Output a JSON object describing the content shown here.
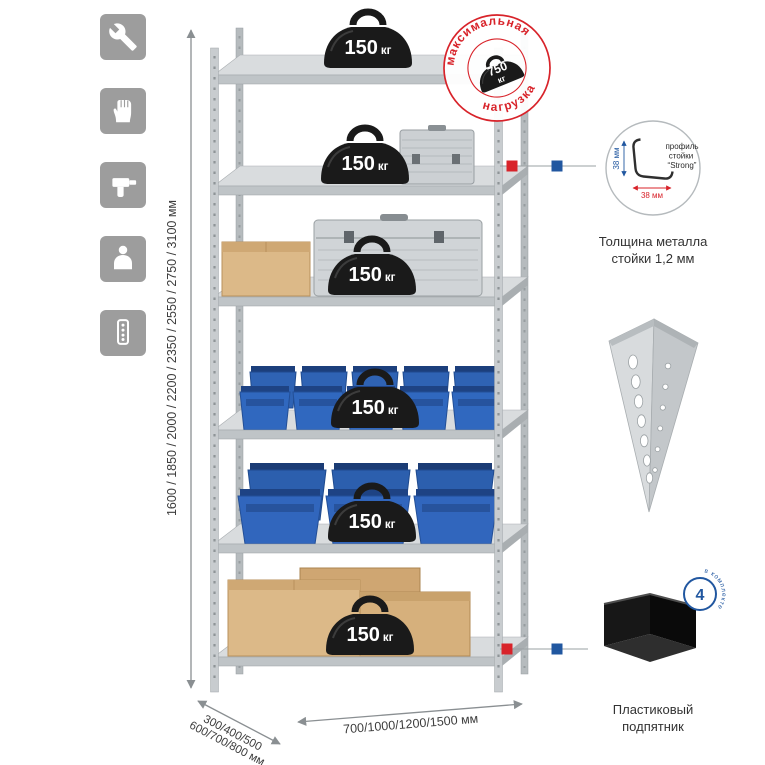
{
  "colors": {
    "red": "#d8232a",
    "blue": "#2157a0",
    "icon_gray": "#9d9d9d",
    "rack_gray": "#c8cccf",
    "weight_black": "#1a1a1a",
    "box_tan": "#dcb988",
    "bin_blue": "#3068bf"
  },
  "left_icons": [
    {
      "name": "wrench-icon"
    },
    {
      "name": "glove-icon"
    },
    {
      "name": "drill-icon"
    },
    {
      "name": "person-icon"
    },
    {
      "name": "rack-post-icon"
    }
  ],
  "rack": {
    "shelf_weights": [
      {
        "value": "150",
        "unit": "кг"
      },
      {
        "value": "150",
        "unit": "кг"
      },
      {
        "value": "150",
        "unit": "кг"
      },
      {
        "value": "150",
        "unit": "кг"
      },
      {
        "value": "150",
        "unit": "кг"
      },
      {
        "value": "150",
        "unit": "кг"
      }
    ]
  },
  "stamp": {
    "arc_top": "максимальная",
    "arc_bottom": "нагрузка",
    "weight_value": "750",
    "weight_unit": "кг"
  },
  "dimensions": {
    "height": "1600 / 1850 / 2000 / 2200 / 2350 / 2550 / 2750 / 3100 мм",
    "depth_line1": "300/400/500",
    "depth_line2": "600/700/800 мм",
    "width": "700/1000/1200/1500 мм"
  },
  "profile_callout": {
    "label_line1": "профиль",
    "label_line2": "стойки",
    "label_line3": "“Strong”",
    "dim_vertical": "38 мм",
    "dim_horizontal": "38 мм",
    "caption_line1": "Толщина металла",
    "caption_line2": "стойки 1,2 мм"
  },
  "foot_callout": {
    "badge_value": "4",
    "badge_text": "в комплекте",
    "caption_line1": "Пластиковый",
    "caption_line2": "подпятник"
  }
}
